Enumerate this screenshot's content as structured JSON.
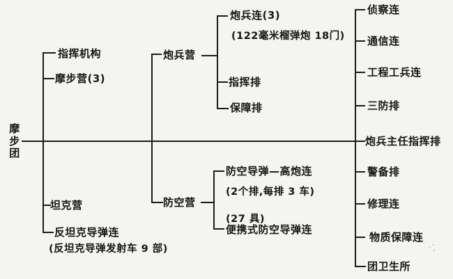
{
  "diagram": {
    "root": {
      "label": "摩步团"
    },
    "left_units": [
      {
        "label": "指挥机构"
      },
      {
        "label": "摩步营(3)"
      },
      {
        "label": "坦克营"
      },
      {
        "label": "反坦克导弹连",
        "note": "(反坦克导弹发射车 9 部)"
      }
    ],
    "artillery_battalion": {
      "label": "炮兵营",
      "children": [
        {
          "label": "炮兵连(3)",
          "note": "(122毫米榴弹炮 18门)"
        },
        {
          "label": "指挥排"
        },
        {
          "label": "保障排"
        }
      ]
    },
    "air_defense_battalion": {
      "label": "防空营",
      "children": [
        {
          "label": "防空导弹—高炮连",
          "note": "(2个排,每排 3 车)"
        },
        {
          "label": "便携式防空导弹连",
          "note": "(27 具)"
        }
      ]
    },
    "right_units": [
      {
        "label": "侦察连"
      },
      {
        "label": "通信连"
      },
      {
        "label": "工程工兵连"
      },
      {
        "label": "三防排"
      },
      {
        "label": "炮兵主任指挥排"
      },
      {
        "label": "警备排"
      },
      {
        "label": "修理连"
      },
      {
        "label": "物质保障连"
      },
      {
        "label": "团卫生所"
      }
    ],
    "colors": {
      "line": "#1b1b1b",
      "background": "#f4f4f1",
      "text": "#161616"
    }
  }
}
